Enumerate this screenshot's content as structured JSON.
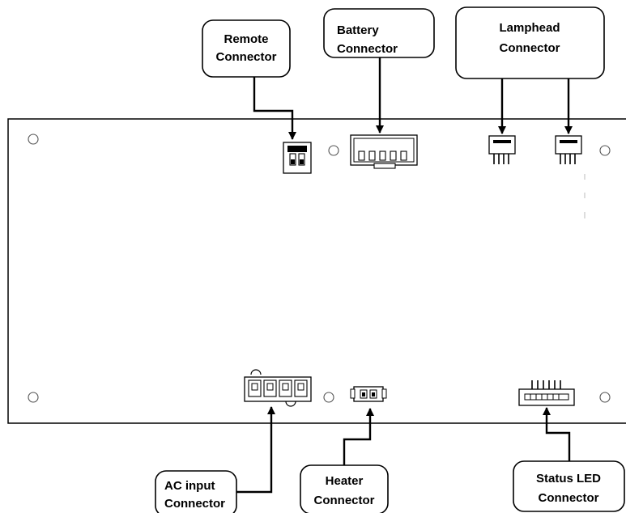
{
  "callouts": {
    "remote": [
      "Remote",
      "Connector"
    ],
    "battery": [
      "Battery",
      "Connector"
    ],
    "lamphead": [
      "Lamphead",
      "Connector"
    ],
    "ac_input": [
      "AC input",
      "Connector"
    ],
    "heater": [
      "Heater",
      "Connector"
    ],
    "status_led": [
      "Status LED",
      "Connector"
    ]
  }
}
